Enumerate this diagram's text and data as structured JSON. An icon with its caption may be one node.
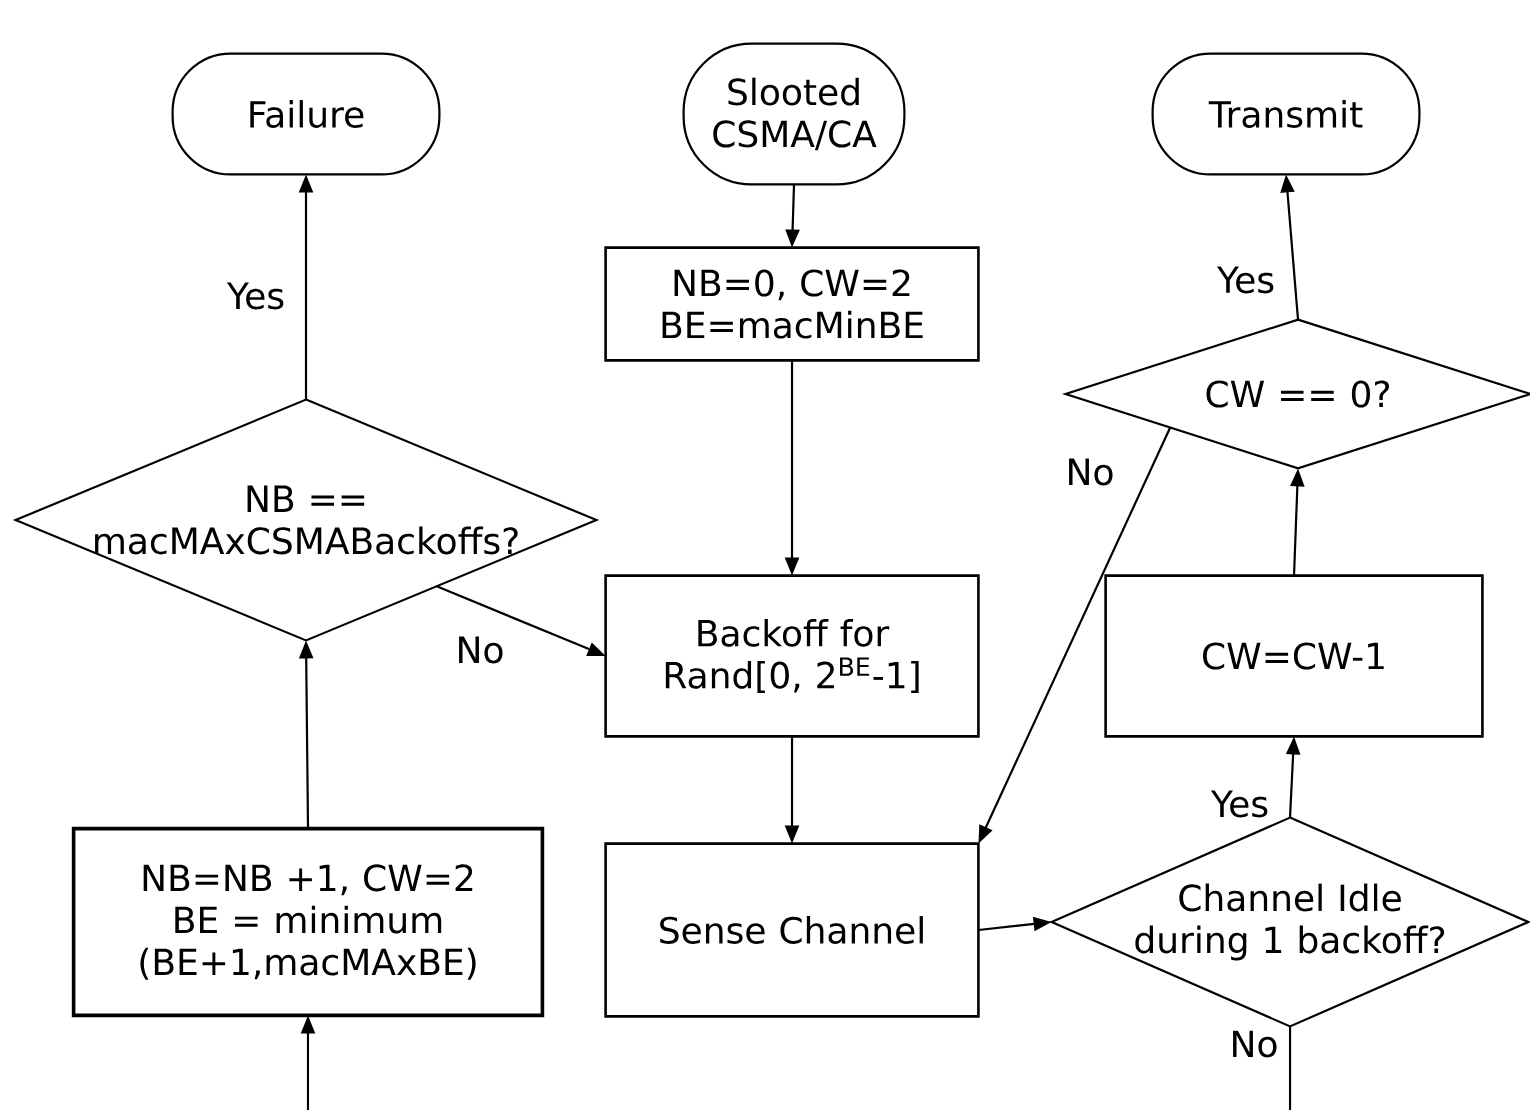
{
  "diagram": {
    "nodes": [
      {
        "text": [
          "Failure"
        ]
      },
      {
        "text": [
          "Slooted CSMA/CA"
        ]
      },
      {
        "text": [
          "Transmit"
        ]
      },
      {
        "text": [
          "NB == macMAxCSMABackoffs?"
        ]
      },
      {
        "text": [
          "NB=NB +1, CW=2 BE = minimum (BE+1,macMAxBE)"
        ]
      },
      {
        "text": [
          "NB=0, CW=2 BE=macMinBE"
        ]
      },
      {
        "text": [
          "Backoff for Rand[0, 2$^{BE}$-1]"
        ]
      },
      {
        "text": [
          "CW == 0?"
        ]
      },
      {
        "text": [
          "CW=CW-1"
        ]
      },
      {
        "text": [
          "Sense Channel"
        ]
      },
      {
        "text": [
          "Channel Idle during 1 backoff?"
        ]
      }
    ],
    "edges": [
      {
        "from": 1,
        "to": 5,
        "arrow": "to"
      },
      {
        "from": 5,
        "to": 6,
        "arrow": "to"
      },
      {
        "from": 6,
        "to": 9,
        "arrow": "to"
      },
      {
        "from": 9,
        "to": 10,
        "arrow": "to"
      },
      {
        "from": 10,
        "to": 8,
        "arrow": "to",
        "label": "Yes"
      },
      {
        "from": 8,
        "to": 7,
        "arrow": "to"
      },
      {
        "from": 7,
        "to": 2,
        "arrow": "to",
        "label": "Yes"
      },
      {
        "from": 7,
        "to": 9,
        "arrow": "to",
        "label": "No"
      },
      {
        "from": 3,
        "to": 0,
        "arrow": "to",
        "label": "Yes"
      },
      {
        "from": 3,
        "to": 6,
        "arrow": "to",
        "label": "No"
      },
      {
        "from": 4,
        "to": 3,
        "arrow": "to"
      },
      {
        "from": 10,
        "to": null,
        "arrow": "none",
        "label": "No"
      },
      {
        "from": null,
        "to": 4,
        "arrow": "to"
      }
    ]
  }
}
